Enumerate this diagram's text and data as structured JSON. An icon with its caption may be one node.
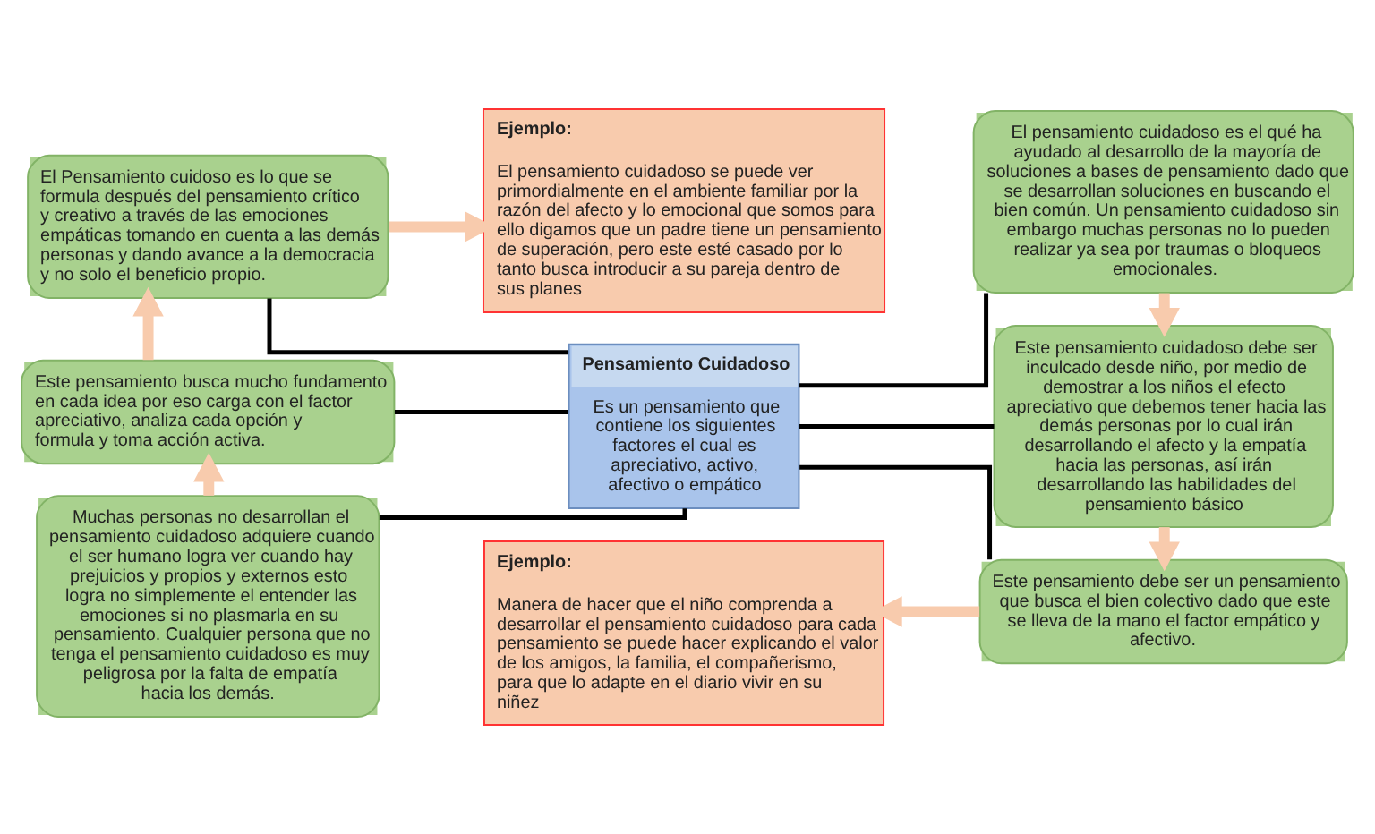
{
  "diagram": {
    "nodes": [
      {
        "text": [
          "El Pensamiento cuidoso es lo que se formula después del pensamiento crítico y creativo a través de las emociones empáticas tomando en cuenta a las demás personas y dando avance a la democracia y no solo el beneficio propio."
        ]
      },
      {
        "text": [
          "Ejemplo:",
          "El pensamiento cuidadoso se puede ver primordialmente en el ambiente familiar por la razón del afecto y lo emocional que somos para ello digamos que un padre tiene un pensamiento de superación, pero este esté casado por lo tanto busca introducir a su pareja dentro de sus planes"
        ]
      },
      {
        "text": [
          "El pensamiento cuidadoso es el qué ha ayudado al desarrollo de la mayoría de soluciones a bases de pensamiento dado que se desarrollan soluciones en buscando el bien común. Un pensamiento cuidadoso sin embargo muchas personas no lo pueden realizar ya sea por traumas o bloqueos emocionales."
        ]
      },
      {
        "text": [
          "Este pensamiento busca mucho fundamento en cada idea por eso carga con el factor apreciativo, analiza cada opción y formula y toma acción activa."
        ]
      },
      {
        "text": [
          "Pensamiento Cuidadoso",
          "Es un pensamiento que contiene los siguientes factores el cual es apreciativo, activo, afectivo o empático"
        ]
      },
      {
        "text": [
          "Este pensamiento cuidadoso debe ser inculcado desde niño, por medio de demostrar a los niños el efecto apreciativo que debemos tener hacia las demás personas por lo cual irán desarrollando el afecto y la empatía hacia las personas, así irán desarrollando las habilidades del pensamiento básico"
        ]
      },
      {
        "text": [
          "Muchas personas no desarrollan el pensamiento cuidadoso adquiere cuando el ser humano logra ver cuando hay prejuicios y propios y externos esto logra no simplemente el entender las emociones si no plasmarla en su pensamiento. Cualquier persona que no tenga el pensamiento cuidadoso es muy peligrosa por la falta de empatía hacia los demás."
        ]
      },
      {
        "text": [
          "Ejemplo:",
          "Manera de hacer que el niño comprenda a desarrollar el pensamiento cuidadoso para cada pensamiento se puede hacer explicando el valor de los amigos, la familia, el compañerismo, para que lo adapte en el diario vivir en su niñez"
        ]
      },
      {
        "text": [
          "Este pensamiento debe ser un pensamiento que busca el bien colectivo dado que este se lleva de la mano el factor empático y afectivo."
        ]
      }
    ],
    "edges": [
      {
        "from": 0,
        "to": 4,
        "arrow": "none"
      },
      {
        "from": 3,
        "to": 4,
        "arrow": "none"
      },
      {
        "from": 6,
        "to": 4,
        "arrow": "none"
      },
      {
        "from": 4,
        "to": 2,
        "arrow": "none"
      },
      {
        "from": 4,
        "to": 5,
        "arrow": "none"
      },
      {
        "from": 4,
        "to": 8,
        "arrow": "none"
      },
      {
        "from": 6,
        "to": 3,
        "arrow": "to",
        "style": "thick",
        "color": "#f8cbad"
      },
      {
        "from": 3,
        "to": 0,
        "arrow": "to",
        "style": "thick",
        "color": "#f8cbad"
      },
      {
        "from": 0,
        "to": 1,
        "arrow": "to",
        "style": "thick",
        "color": "#f8cbad"
      },
      {
        "from": 2,
        "to": 5,
        "arrow": "to",
        "style": "thick",
        "color": "#f8cbad"
      },
      {
        "from": 5,
        "to": 8,
        "arrow": "to",
        "style": "thick",
        "color": "#f8cbad"
      },
      {
        "from": 8,
        "to": 7,
        "arrow": "to",
        "style": "thick",
        "color": "#f8cbad"
      }
    ]
  }
}
